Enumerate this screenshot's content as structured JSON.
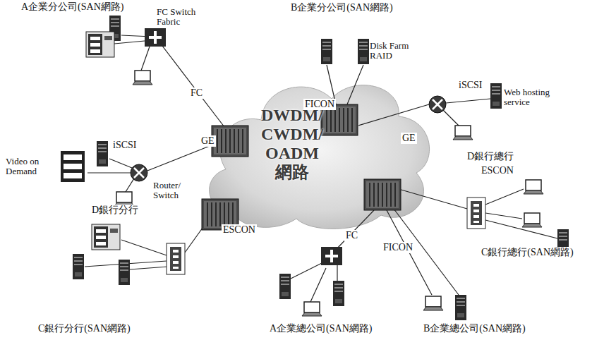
{
  "diagram": {
    "nodes": [
      {
        "text": [
          "DWDM/ CWDM/ OADM 網路"
        ]
      },
      {
        "text": [
          "FC Switch Fabric"
        ]
      },
      {
        "text": [
          "Router/ Switch"
        ]
      },
      {
        "text": [
          "Disk Farm RAID"
        ]
      },
      {
        "text": [
          "Web hosting service"
        ]
      },
      {
        "text": [
          "Video on Demand"
        ]
      }
    ],
    "edges": [
      {
        "from": 2,
        "to": 5,
        "arrow": "none"
      }
    ],
    "labels": [
      "A企業分公司(SAN網路)",
      "FC",
      "GE",
      "iSCSI",
      "D銀行分行",
      "ESCON",
      "C銀行分行(SAN網路)",
      "B企業分公司(SAN網路)",
      "FICON",
      "GE",
      "iSCSI",
      "D銀行總行",
      "ESCON",
      "C銀行總行(SAN網路)",
      "FC",
      "FICON",
      "A企業總公司(SAN網路)",
      "B企業總公司(SAN網路)"
    ]
  }
}
